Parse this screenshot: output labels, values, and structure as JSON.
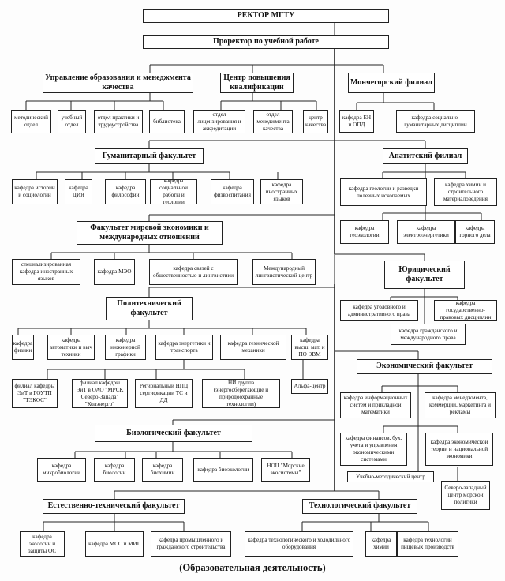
{
  "rector": "РЕКТОР МГТУ",
  "prorector": "Проректор по учебной работе",
  "upravlenie": {
    "title": "Управление образования и менеджмента качества",
    "units": [
      "методический отдел",
      "учебный отдел",
      "отдел практики и трудоустройства",
      "библиотека"
    ]
  },
  "centr_pk": {
    "title": "Центр повышения квалификации",
    "units": [
      "отдел лицензирования и аккредитации",
      "отдел менеджмента качества",
      "центр качества"
    ]
  },
  "monchegorsk": {
    "title": "Мончегорский филиал",
    "units": [
      "кафедра ЕН и ОПД",
      "кафедра социально-гуманитарных дисциплин"
    ]
  },
  "gum": {
    "title": "Гуманитарный факультет",
    "units": [
      "кафедра истории и социологии",
      "кафедра ДИЯ",
      "кафедра философии",
      "кафедра социальной работы и теологии",
      "кафедра физвоспитания",
      "кафедра иностранных языков"
    ]
  },
  "apatity": {
    "title": "Апатитский филиал",
    "units": [
      "кафедра геологии и разведки полезных ископаемых",
      "кафедра химии и строительного материаловедения",
      "кафедра геоэкологии",
      "кафедра электроэнергетики",
      "кафедра горного дела"
    ]
  },
  "fmeimo": {
    "title": "Факультет мировой экономики и международных отношений",
    "units": [
      "специализированная кафедра иностранных языков",
      "кафедра МЭО",
      "кафедра связей с общественностью и лингвистики",
      "Международный лингвистический центр"
    ]
  },
  "yur": {
    "title": "Юридический факультет",
    "units": [
      "кафедра уголовного и административного права",
      "кафедра государственно-правовых дисциплин",
      "кафедра гражданского и международного права"
    ]
  },
  "poly": {
    "title": "Политехнический факультет",
    "units": [
      "кафедра физики",
      "кафедра автоматики и выч техники",
      "кафедра инженерной графики",
      "кафедра энергетики и транспорта",
      "кафедра технической механики",
      "кафедра высш. мат. и ПО ЭВМ"
    ],
    "sub": [
      "филиал кафедры ЭиТ в ГОУТП \"ТЭКОС\"",
      "филиал кафедры ЭиТ в ОАО \"МРСК Северо-Запада\" \"Колэнерго\"",
      "Региональный НПЦ сертификации ТС и ДД",
      "НИ группа (энергосберегающие и природоохранные технологии)",
      "Альфа-центр"
    ]
  },
  "econ": {
    "title": "Экономический факультет",
    "units": [
      "кафедра информационных систем и прикладной математики",
      "кафедра менеджмента, коммерции, маркетинга и рекламы",
      "кафедра финансов, бух. учета и управления экономическими системами",
      "кафедра экономической теории и национальной экономики",
      "Учебно-методический центр",
      "Северо-западный центр морской политики"
    ]
  },
  "bio": {
    "title": "Биологический факультет",
    "units": [
      "кафедра микробиологии",
      "кафедра биологии",
      "кафедра биохимии",
      "кафедра биоэкологии",
      "НОЦ \"Морские экосистемы\""
    ]
  },
  "estech": {
    "title": "Естественно-технический факультет",
    "units": [
      "кафедра экологии и защиты ОС",
      "кафедра МСС и МИГ",
      "кафедра промышленного и гражданского строительства"
    ]
  },
  "tech": {
    "title": "Технологический факультет",
    "units": [
      "кафедра технологического и холодильного оборудования",
      "кафедра химии",
      "кафедра технологии пищевых производств"
    ]
  },
  "caption": "(Образовательная деятельность)"
}
